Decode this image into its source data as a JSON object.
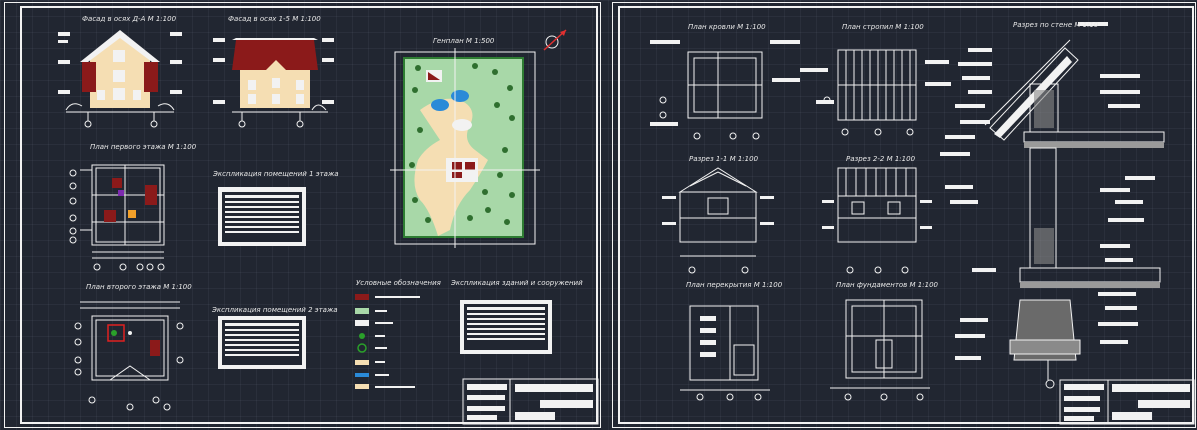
{
  "sheet1": {
    "labels": {
      "facade_d_a": "Фасад в осях Д-А М 1:100",
      "facade_1_5": "Фасад в осях 1-5 М 1:100",
      "genplan": "Генплан М 1:500",
      "plan_floor1": "План первого этажа М 1:100",
      "explication1": "Экспликация помещений 1 этажа",
      "plan_floor2": "План второго этажа М 1:100",
      "explication2": "Экспликация помещений 2 этажа",
      "legend_title": "Условные обозначения",
      "explication_buildings": "Экспликация зданий и сооружений"
    },
    "legend_colors": [
      "#8b1a1a",
      "#a8d8a8",
      "#f2f2f2",
      "#2aa02a",
      "#e8e8e8",
      "#f5deb3",
      "#2a8ad8",
      "#f5deb3"
    ]
  },
  "sheet2": {
    "labels": {
      "roof_plan": "План кровли М 1:100",
      "rafters_plan": "План стропил М 1:100",
      "wall_section": "Разрез по стене М 1:10",
      "section_1_1": "Разрез 1-1 М 1:100",
      "section_2_2": "Разрез 2-2 М 1:100",
      "floor_plan": "План перекрытия М 1:100",
      "foundation_plan": "План фундаментов М 1:100"
    }
  },
  "colors": {
    "background": "#212631",
    "line": "#f2f2f2",
    "roof": "#8b1a1a",
    "wall": "#f5deb3",
    "grass": "#a8d8a8",
    "water": "#2a8ad8"
  }
}
